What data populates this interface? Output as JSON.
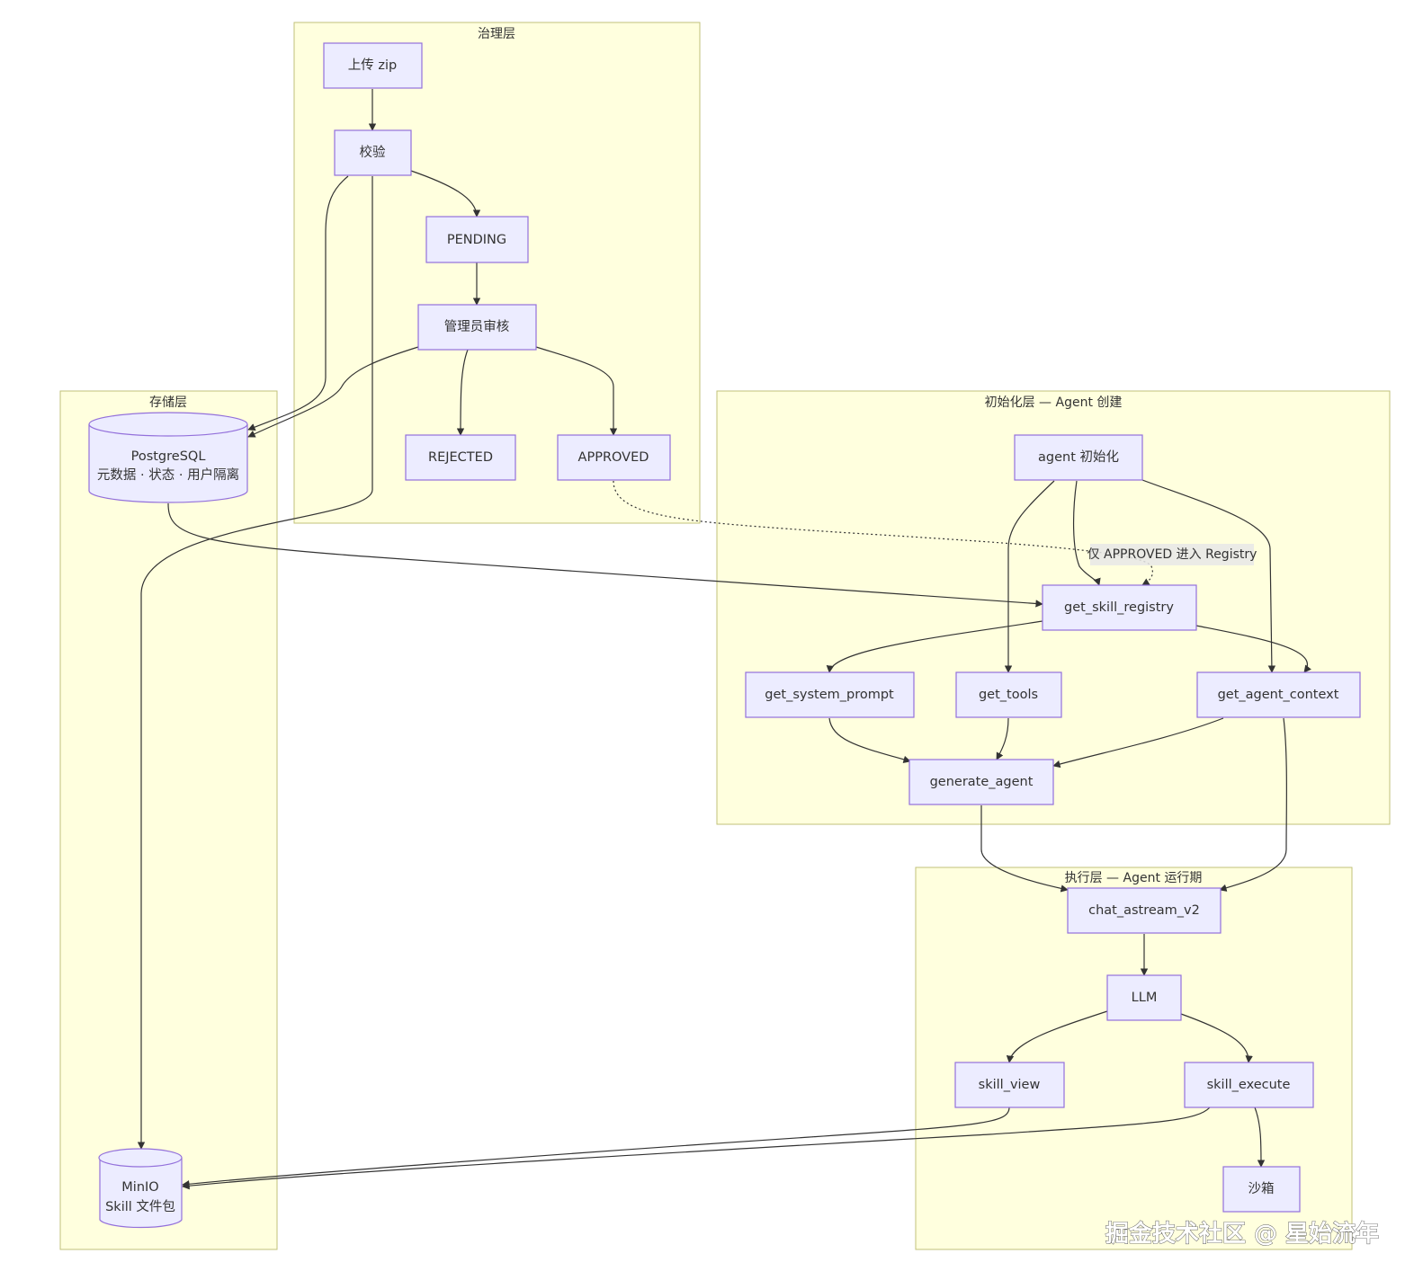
{
  "subgraphs": {
    "governance": "治理层",
    "storage": "存储层",
    "init": "初始化层 — Agent 创建",
    "exec": "执行层 — Agent 运行期"
  },
  "nodes": {
    "upload": "上传 zip",
    "validate": "校验",
    "pending": "PENDING",
    "review": "管理员审核",
    "rejected": "REJECTED",
    "approved": "APPROVED",
    "postgres_line1": "PostgreSQL",
    "postgres_line2": "元数据 · 状态 · 用户隔离",
    "minio_line1": "MinIO",
    "minio_line2": "Skill 文件包",
    "agent_init": "agent 初始化",
    "get_skill_registry": "get_skill_registry",
    "get_system_prompt": "get_system_prompt",
    "get_tools": "get_tools",
    "get_agent_context": "get_agent_context",
    "generate_agent": "generate_agent",
    "chat_astream": "chat_astream_v2",
    "llm": "LLM",
    "skill_view": "skill_view",
    "skill_execute": "skill_execute",
    "sandbox": "沙箱"
  },
  "edge_labels": {
    "approved_to_registry": "仅 APPROVED 进入 Registry"
  },
  "watermark": "掘金技术社区 @ 星始流年",
  "colors": {
    "subgraph_fill": "#ffffde",
    "subgraph_stroke": "#c2c27a",
    "node_fill": "#ececff",
    "node_stroke": "#9370db",
    "edge": "#333333"
  }
}
